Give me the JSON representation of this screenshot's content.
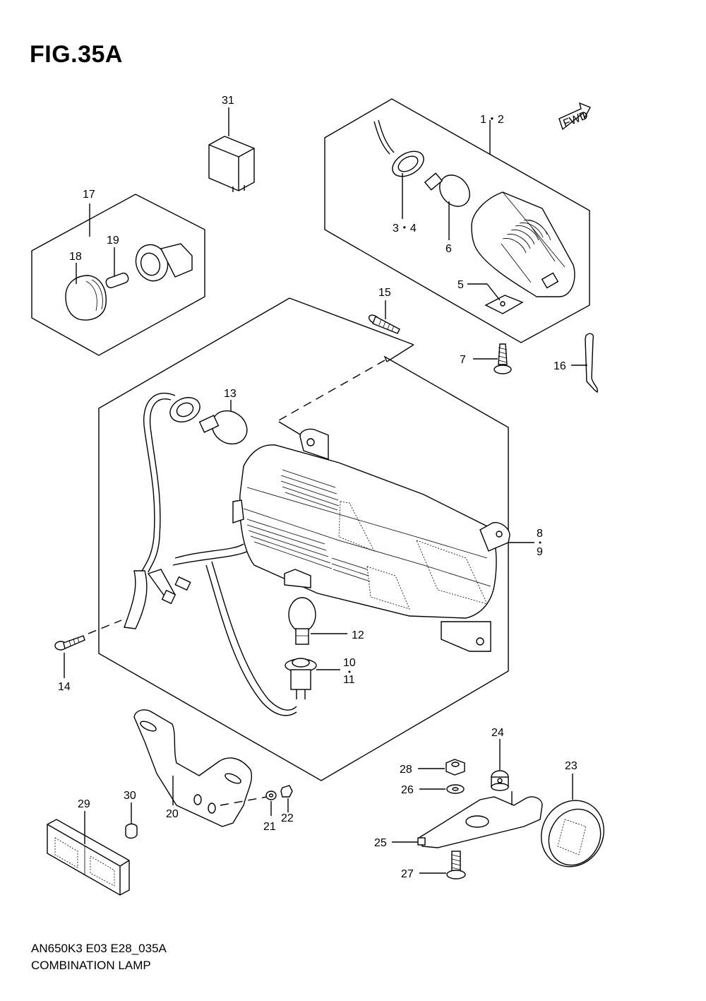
{
  "figure_title": "FIG.35A",
  "footer": {
    "model_code": "AN650K3 E03 E28_035A",
    "section_name": "COMBINATION LAMP"
  },
  "fwd_label": "FWD",
  "callouts": {
    "c1_2": "1・2",
    "c3_4": "3・4",
    "c5": "5",
    "c6": "6",
    "c7": "7",
    "c8": "8",
    "c9": "9",
    "c10": "10",
    "c11": "11",
    "c12": "12",
    "c13": "13",
    "c14": "14",
    "c15": "15",
    "c16": "16",
    "c17": "17",
    "c18": "18",
    "c19": "19",
    "c20": "20",
    "c21": "21",
    "c22": "22",
    "c23": "23",
    "c24": "24",
    "c25": "25",
    "c26": "26",
    "c27": "27",
    "c28": "28",
    "c29": "29",
    "c30": "30",
    "c31": "31"
  }
}
